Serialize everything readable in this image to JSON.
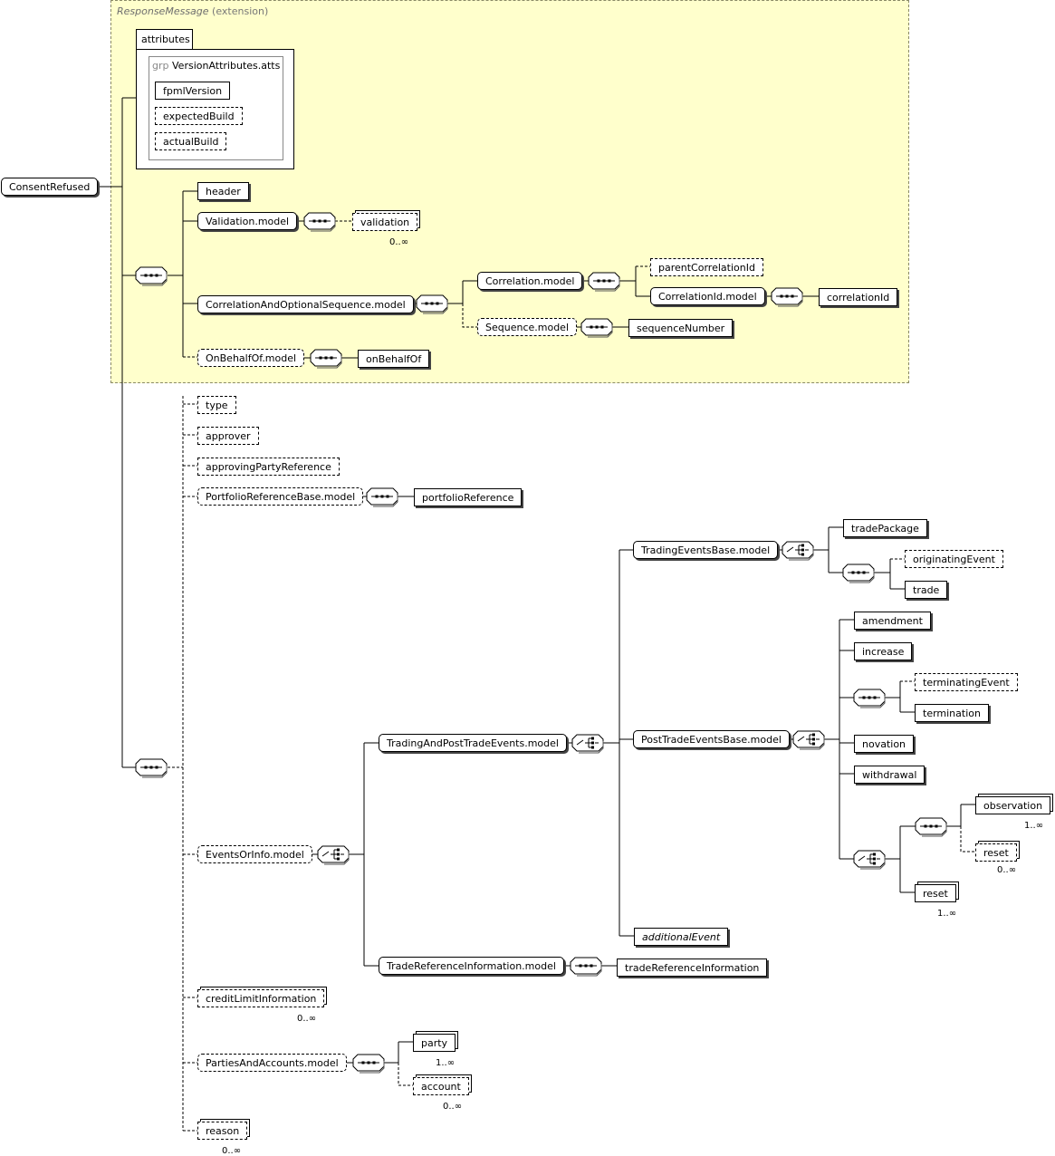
{
  "extension": {
    "base": "ResponseMessage",
    "suffix": "(extension)"
  },
  "attributes": {
    "tab_label": "attributes",
    "group_keyword": "grp",
    "group_name": "VersionAttributes.atts",
    "items": [
      "fpmlVersion",
      "expectedBuild",
      "actualBuild"
    ]
  },
  "root": "ConsentRefused",
  "nodes": {
    "header": "header",
    "validation_model": "Validation.model",
    "validation": "validation",
    "correlation_and_optional_sequence_model": "CorrelationAndOptionalSequence.model",
    "correlation_model": "Correlation.model",
    "parent_correlation_id": "parentCorrelationId",
    "correlation_id_model": "CorrelationId.model",
    "correlation_id": "correlationId",
    "sequence_model": "Sequence.model",
    "sequence_number": "sequenceNumber",
    "on_behalf_of_model": "OnBehalfOf.model",
    "on_behalf_of": "onBehalfOf",
    "type": "type",
    "approver": "approver",
    "approving_party_reference": "approvingPartyReference",
    "portfolio_reference_base_model": "PortfolioReferenceBase.model",
    "portfolio_reference": "portfolioReference",
    "events_or_info_model": "EventsOrInfo.model",
    "trading_and_post_trade_events_model": "TradingAndPostTradeEvents.model",
    "trading_events_base_model": "TradingEventsBase.model",
    "trade_package": "tradePackage",
    "originating_event": "originatingEvent",
    "trade": "trade",
    "post_trade_events_base_model": "PostTradeEventsBase.model",
    "amendment": "amendment",
    "increase": "increase",
    "terminating_event": "terminatingEvent",
    "termination": "termination",
    "novation": "novation",
    "withdrawal": "withdrawal",
    "observation": "observation",
    "reset_a": "reset",
    "reset_b": "reset",
    "additional_event": "additionalEvent",
    "trade_reference_information_model": "TradeReferenceInformation.model",
    "trade_reference_information": "tradeReferenceInformation",
    "credit_limit_information": "creditLimitInformation",
    "parties_and_accounts_model": "PartiesAndAccounts.model",
    "party": "party",
    "account": "account",
    "reason": "reason"
  },
  "cardinalities": {
    "validation": "0..∞",
    "observation": "1..∞",
    "reset_a": "0..∞",
    "reset_b": "1..∞",
    "credit_limit_information": "0..∞",
    "party": "1..∞",
    "account": "0..∞",
    "reason": "0..∞"
  }
}
